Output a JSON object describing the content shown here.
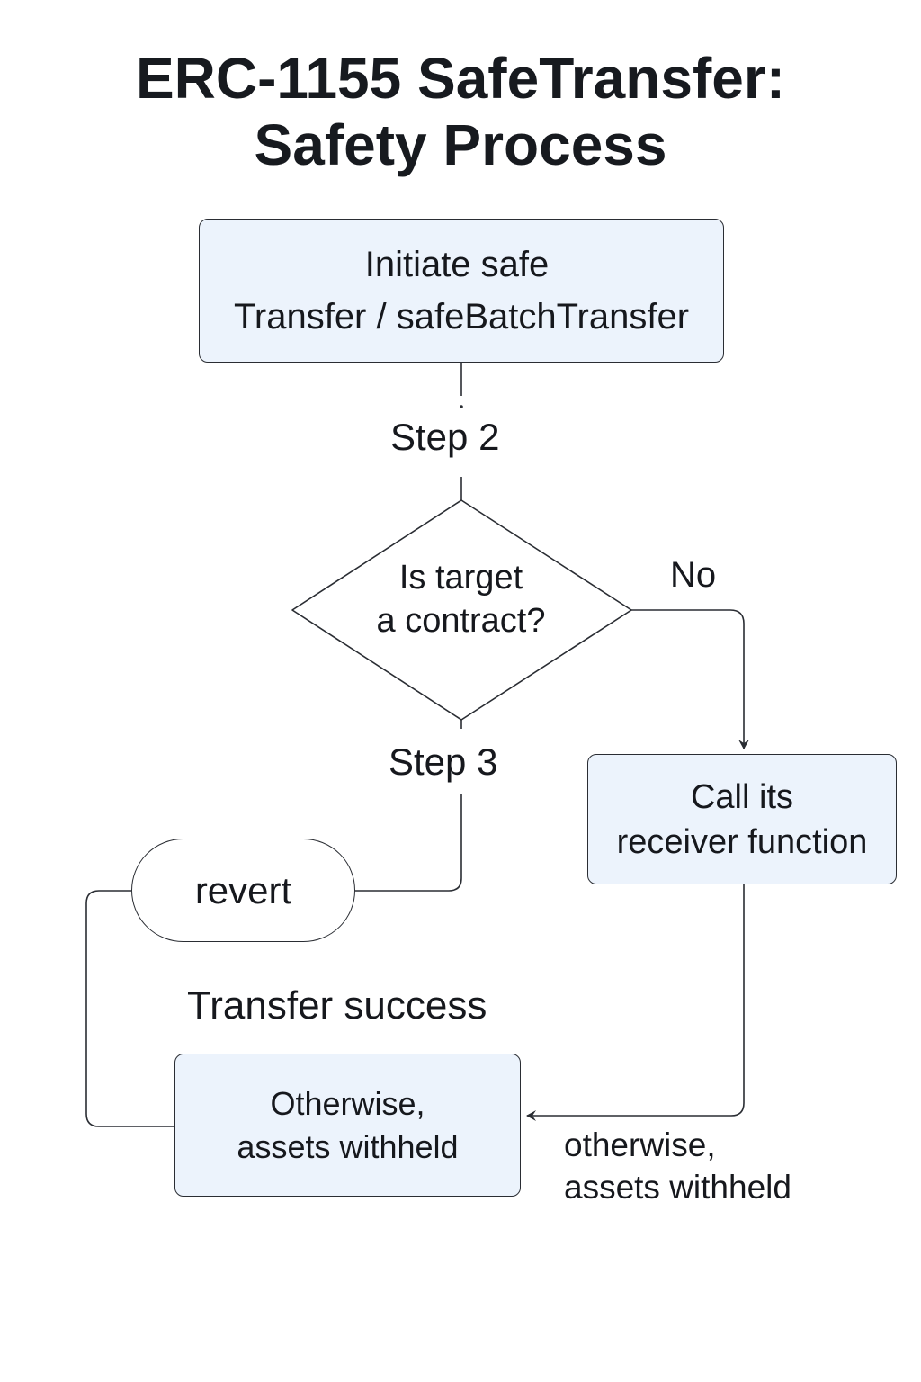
{
  "title": {
    "line1": "ERC-1155 SafeTransfer:",
    "line2": "Safety Process"
  },
  "nodes": {
    "start": {
      "line1": "Initiate safe",
      "line2": "Transfer / safeBatchTransfer"
    },
    "decision": {
      "line1": "Is target",
      "line2": "a contract?"
    },
    "call_receiver": {
      "line1": "Call its",
      "line2": "receiver function"
    },
    "revert": {
      "label": "revert"
    },
    "withheld": {
      "line1": "Otherwise,",
      "line2": "assets withheld"
    }
  },
  "labels": {
    "step2": "Step 2",
    "step3": "Step 3",
    "no": "No",
    "transfer_success": "Transfer success",
    "otherwise_line1": "otherwise,",
    "otherwise_line2": "assets withheld"
  },
  "colors": {
    "box_fill": "#ecf3fc",
    "stroke": "#2a2d33",
    "text": "#16181d"
  }
}
